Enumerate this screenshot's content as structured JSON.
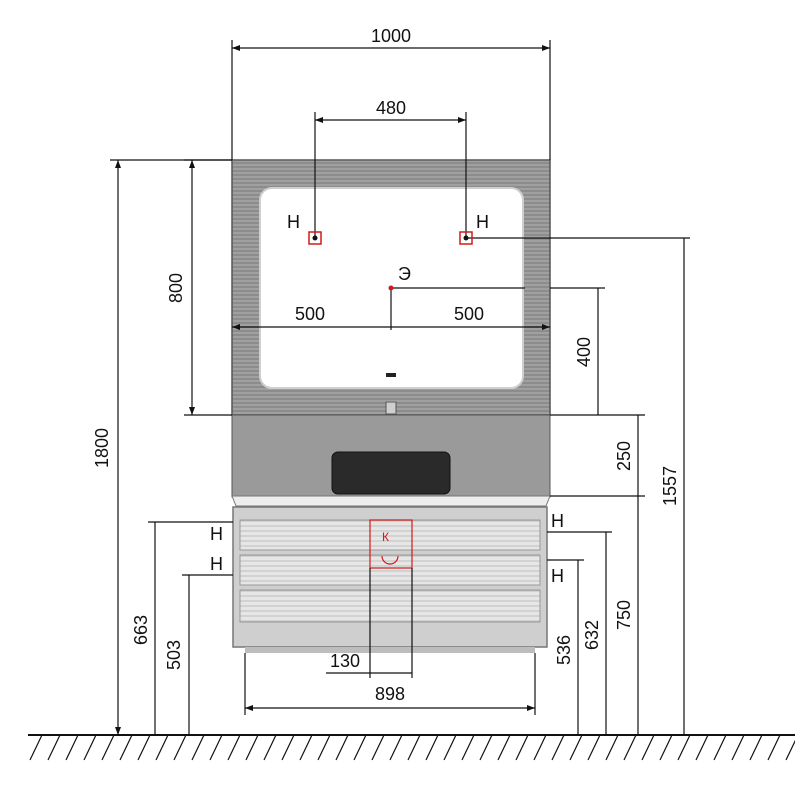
{
  "dimensions": {
    "mirror_width": "1000",
    "outlet_spacing": "480",
    "left_half": "500",
    "right_half": "500",
    "mirror_height": "800",
    "light_height": "400",
    "gap_above_basin": "250",
    "total_height": "1800",
    "outlet_height_top": "1557",
    "cabinet_top_left": "663",
    "cabinet_mid_left": "503",
    "cabinet_top_right": "750",
    "cabinet_mid_right": "632",
    "cabinet_low_right": "536",
    "drain_width": "130",
    "cabinet_width": "898"
  },
  "labels": {
    "outlet_marker": "Н",
    "light_marker": "Э",
    "drain_marker": "К"
  },
  "colors": {
    "line": "#111111",
    "outlet": "#d11a1a",
    "furniture": "#7a7a7a"
  }
}
